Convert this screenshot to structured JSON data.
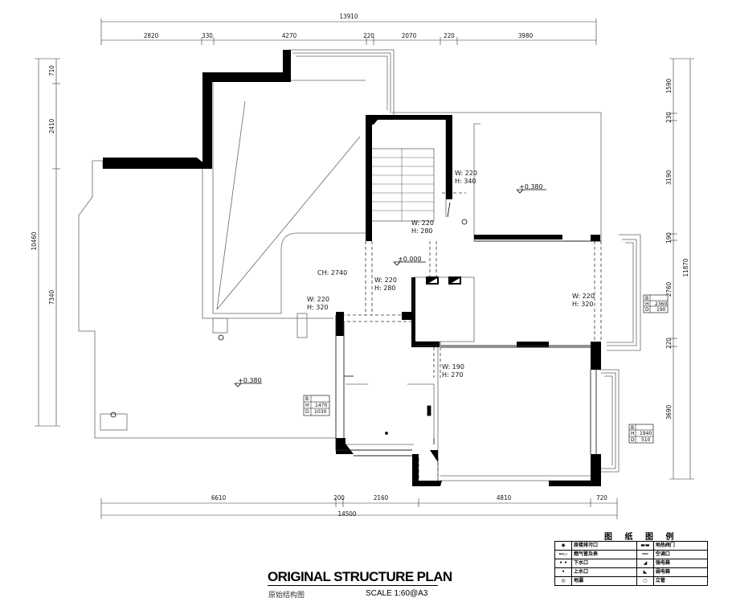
{
  "dimensions": {
    "top_total": "13910",
    "top": [
      "2820",
      "330",
      "4270",
      "220",
      "2070",
      "220",
      "3980"
    ],
    "bottom": [
      "6610",
      "200",
      "2160",
      "4810",
      "720"
    ],
    "bottom_total": "14500",
    "left_total": "10460",
    "left": [
      "710",
      "2410",
      "7340"
    ],
    "right": [
      "1590",
      "230",
      "3190",
      "190",
      "2760",
      "220",
      "3690"
    ],
    "right_total": "11870"
  },
  "rooms": {
    "central_level": "±0.000",
    "ceiling_height": "CH: 2740",
    "upper_right_level": "+0.380",
    "lower_left_level": "+0.380"
  },
  "openings": {
    "o1_w": "W: 220",
    "o1_h": "H: 340",
    "o2_w": "W: 220",
    "o2_h": "H: 280",
    "o3_w": "W: 220",
    "o3_h": "H: 280",
    "o4_w": "W: 220",
    "o4_h": "H: 320",
    "o5_w": "W: 220",
    "o5_h": "H: 320",
    "o6_w": "W: 190",
    "o6_h": "H: 270"
  },
  "windows": {
    "w1": {
      "b": "B",
      "h_label": "H",
      "h": "2360",
      "d_label": "D",
      "d": "190"
    },
    "w2": {
      "b": "B",
      "h_label": "H",
      "h": "1470",
      "d_label": "D",
      "d": "1030"
    },
    "w3": {
      "b": "B",
      "h_label": "H",
      "h": "1940",
      "d_label": "D",
      "d": "510"
    }
  },
  "title": {
    "main": "ORIGINAL STRUCTURE PLAN",
    "sub": "原始结构图",
    "scale": "SCALE    1:60@A3"
  },
  "legend": {
    "title": "图 纸 图 例",
    "rows": [
      {
        "sym1": "◉",
        "l1": "原楼排污口",
        "sym2": "▬▬",
        "l2": "地热阀门"
      },
      {
        "sym1": "↤▭",
        "l1": "燃气管及表",
        "sym2": "━━",
        "l2": "空调口"
      },
      {
        "sym1": "• •",
        "l1": "下水口",
        "sym2": "◢",
        "l2": "强电箱"
      },
      {
        "sym1": "•",
        "l1": "上水口",
        "sym2": "◣",
        "l2": "弱电箱"
      },
      {
        "sym1": "◎",
        "l1": "地漏",
        "sym2": "○",
        "l2": "立管"
      }
    ]
  }
}
